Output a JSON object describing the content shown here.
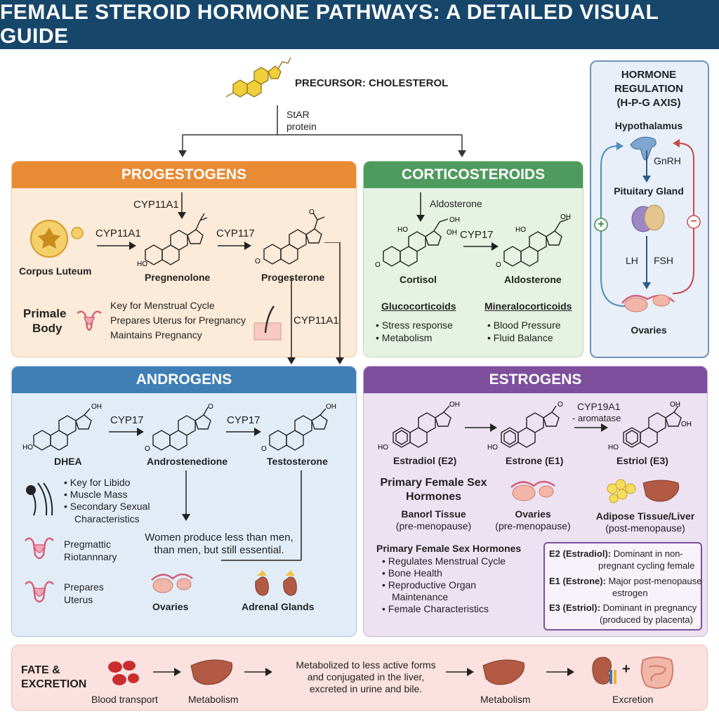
{
  "title": "FEMALE STEROID HORMONE PATHWAYS: A DETAILED VISUAL GUIDE",
  "precursor": {
    "label": "PRECURSOR: CHOLESTEROL",
    "star1": "StAR",
    "star2": "protein"
  },
  "progestogens": {
    "title": "PROGESTOGENS",
    "enzyme_top": "CYP11A1",
    "enzyme_left": "CYP11A1",
    "enzyme_mid": "CYP117",
    "enzyme_down": "CYP11A1",
    "corpus": "Corpus Luteum",
    "pregnenolone": "Pregnenolone",
    "progesterone": "Progesterone",
    "body1": "Primale",
    "body2": "Body",
    "roles": [
      "Key for Menstrual Cycle",
      "Prepares Uterus for Pregnancy",
      "Maintains Pregnancy"
    ],
    "ho": "HO",
    "o": "O"
  },
  "corticosteroids": {
    "title": "CORTICOSTEROIDS",
    "aldo_top": "Aldosterone",
    "enzyme": "CYP17",
    "cortisol": "Cortisol",
    "aldosterone": "Aldosterone",
    "gluco_title": "Glucocorticoids",
    "gluco": [
      "Stress response",
      "Metabolism"
    ],
    "mineral_title": "Mineralocorticoids",
    "mineral": [
      "Blood Pressure",
      "Fluid Balance"
    ],
    "ho": "HO",
    "oh": "OH",
    "o": "O"
  },
  "regulation": {
    "title1": "HORMONE",
    "title2": "REGULATION",
    "title3": "(H-P-G AXIS)",
    "hypothalamus": "Hypothalamus",
    "gnrh": "GnRH",
    "pituitary": "Pituitary Gland",
    "lh": "LH",
    "fsh": "FSH",
    "ovaries": "Ovaries",
    "plus": "+",
    "minus": "−"
  },
  "androgens": {
    "title": "ANDROGENS",
    "enzyme1": "CYP17",
    "enzyme2": "CYP17",
    "dhea": "DHEA",
    "androstenedione": "Androstenedione",
    "testosterone": "Testosterone",
    "roles": [
      "Key for Libido",
      "Muscle Mass",
      "Secondary Sexual",
      "Characteristics"
    ],
    "preg1": "Pregmattic",
    "preg2": "Riotannnary",
    "prep1": "Prepares",
    "prep2": "Uterus",
    "women1": "Women produce less than men,",
    "women2": "than men, but still essential.",
    "ovaries": "Ovaries",
    "adrenal": "Adrenal Glands",
    "ho": "HO",
    "oh": "OH",
    "o": "O"
  },
  "estrogens": {
    "title": "ESTROGENS",
    "enzyme1": "CYP19A1",
    "enzyme2": "- aromatase",
    "estradiol": "Estradiol (E2)",
    "estrone": "Estrone (E1)",
    "estriol": "Estriol (E3)",
    "primary1": "Primary Female Sex",
    "primary2": "Hormones",
    "banorl": "Banorl Tissue",
    "banorl_sub": "(pre-menopause)",
    "ovaries": "Ovaries",
    "ovaries_sub": "(pre-menopause)",
    "adipose": "Adipose Tissue/Liver",
    "adipose_sub": "(post-menopause)",
    "list_title": "Primary Female Sex Hormones",
    "list": [
      "Regulates Menstrual Cycle",
      "Bone Health",
      "Reproductive Organ",
      "Maintenance",
      "Female Characteristics"
    ],
    "box": [
      {
        "k": "E2 (Estradiol):",
        "v1": "Dominant in non-",
        "v2": "pregnant cycling female"
      },
      {
        "k": "E1 (Estrone):",
        "v1": "Major post-menopause",
        "v2": "estrogen"
      },
      {
        "k": "E3 (Estriol):",
        "v1": "Dominant in pregnancy",
        "v2": "(produced by placenta)"
      }
    ],
    "ho": "HO",
    "oh": "OH",
    "o": "O"
  },
  "fate": {
    "title1": "FATE &",
    "title2": "EXCRETION",
    "blood": "Blood transport",
    "metabolism1": "Metabolism",
    "desc1": "Metabolized to less active forms",
    "desc2": "and conjugated in the liver,",
    "desc3": "excreted in urine and bile.",
    "metabolism2": "Metabolism",
    "excretion": "Excretion",
    "plus": "+"
  },
  "colors": {
    "header": "#17466b",
    "progestogens": "#e98a34",
    "corticosteroids": "#4f9a5e",
    "androgens": "#3f7fb5",
    "estrogens": "#7d4f9d",
    "regulation_border": "#6d93bd"
  }
}
